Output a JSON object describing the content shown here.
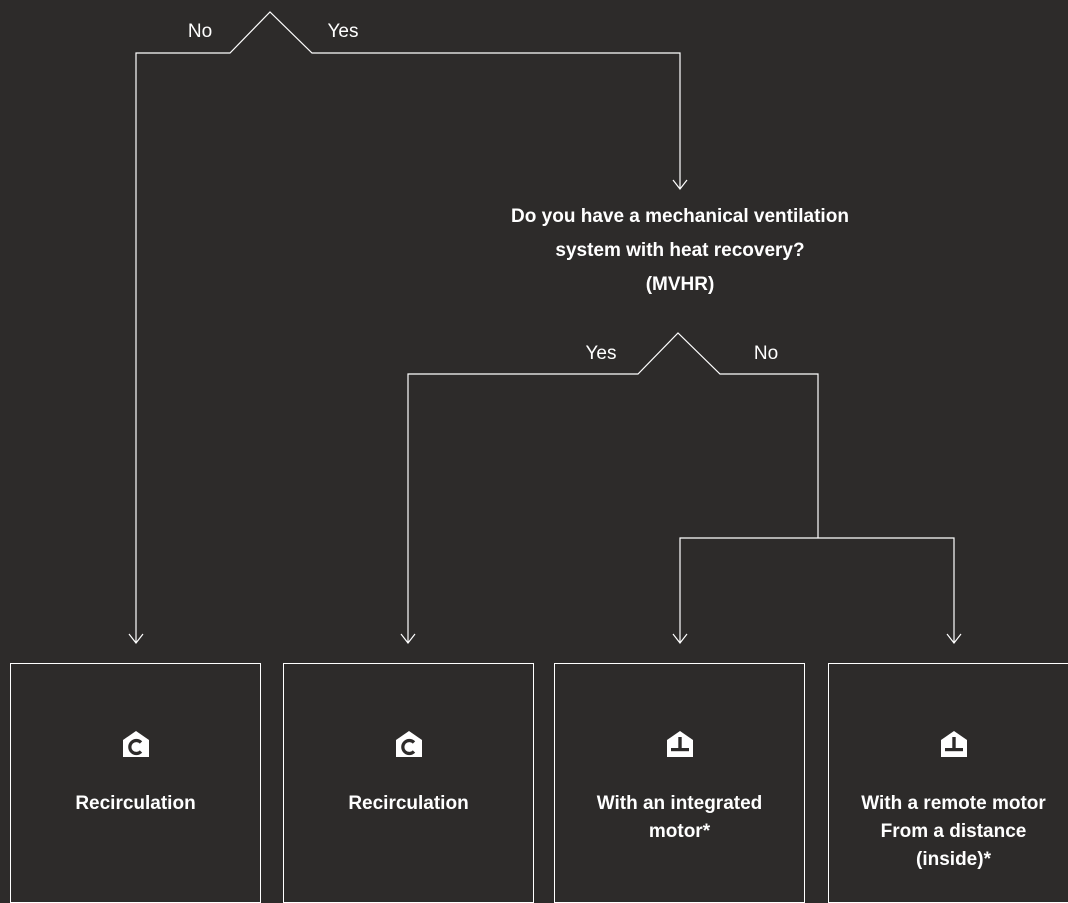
{
  "colors": {
    "background": "#2d2b2a",
    "foreground": "#ffffff"
  },
  "top_branch": {
    "left_label": "No",
    "right_label": "Yes"
  },
  "question": {
    "lines": [
      "Do you have a mechanical ventilation",
      "system with heat recovery?",
      "(MVHR)"
    ]
  },
  "mvhr_branch": {
    "left_label": "Yes",
    "right_label": "No"
  },
  "options": [
    {
      "icon": "recirculation-house-icon",
      "lines": [
        "Recirculation"
      ]
    },
    {
      "icon": "recirculation-house-icon",
      "lines": [
        "Recirculation"
      ]
    },
    {
      "icon": "extraction-motor-house-icon",
      "lines": [
        "With an integrated",
        "motor*"
      ]
    },
    {
      "icon": "extraction-motor-house-icon",
      "lines": [
        "With a remote motor",
        "From a distance",
        "(inside)*"
      ]
    }
  ]
}
